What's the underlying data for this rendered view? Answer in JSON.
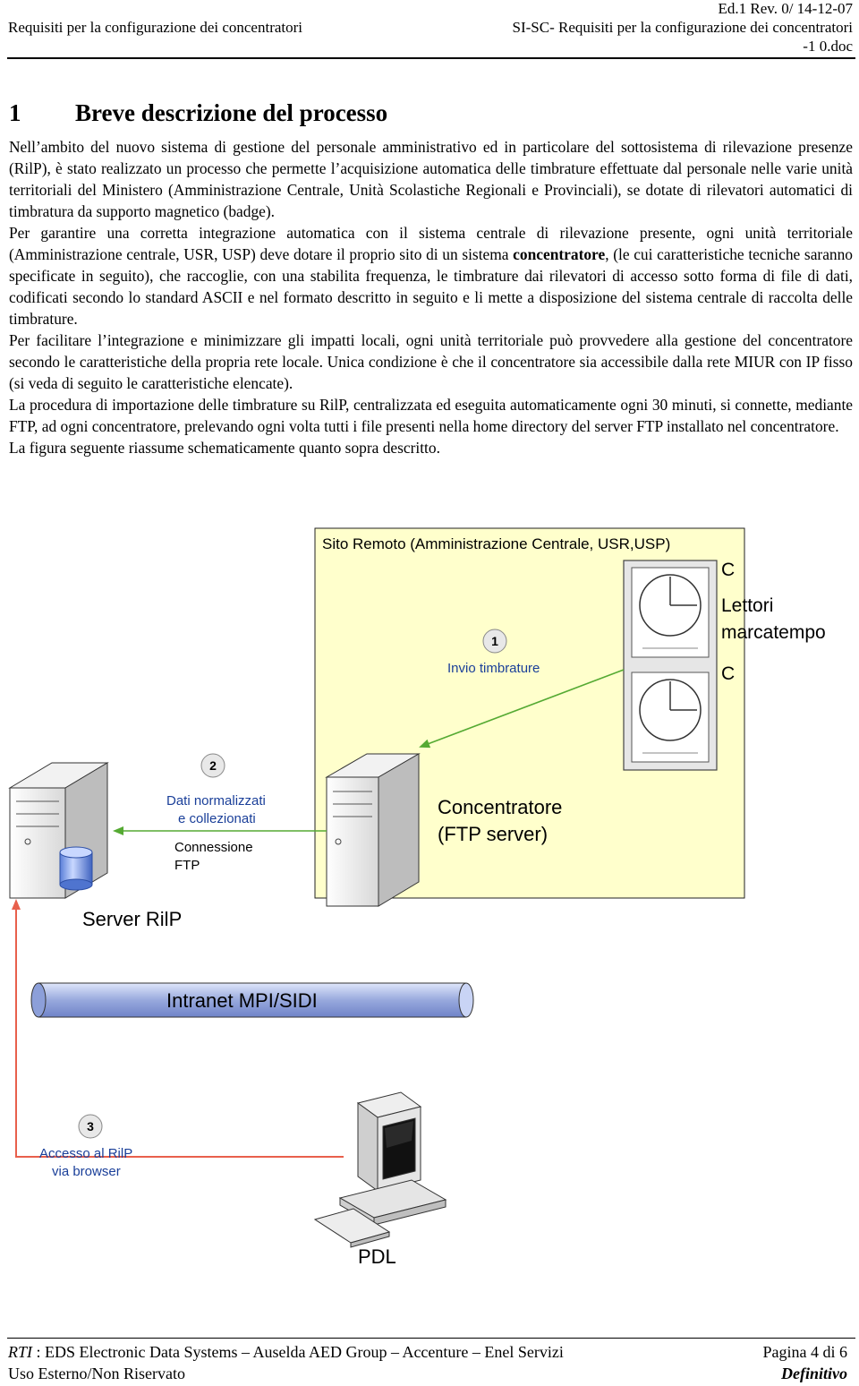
{
  "header": {
    "left": "Requisiti per la configurazione dei concentratori",
    "right_line1": "Ed.1 Rev. 0/ 14-12-07",
    "right_line2": "SI-SC- Requisiti per la configurazione dei concentratori",
    "right_line3": "-1 0.doc"
  },
  "section": {
    "number": "1",
    "title": "Breve descrizione del processo"
  },
  "paragraphs": {
    "p1": "Nell’ambito del nuovo sistema di gestione del personale amministrativo ed in particolare del sottosistema di rilevazione presenze (RilP), è stato realizzato un processo che permette l’acquisizione automatica delle timbrature effettuate dal personale nelle varie unità territoriali del Ministero (Amministrazione Centrale, Unità Scolastiche Regionali e Provinciali), se dotate di rilevatori automatici di timbratura da supporto magnetico (badge).",
    "p2_before": "Per garantire una corretta integrazione automatica con il sistema centrale di rilevazione presente, ogni unità territoriale (Amministrazione centrale, USR, USP) deve dotare il proprio sito di un sistema ",
    "p2_bold": "concentratore",
    "p2_after": ", (le cui caratteristiche tecniche saranno specificate in seguito), che raccoglie, con una stabilita frequenza, le timbrature dai rilevatori di accesso sotto forma di file di dati, codificati secondo lo standard ASCII e nel formato descritto in seguito e li mette a disposizione del sistema centrale di raccolta delle timbrature.",
    "p3": "Per facilitare l’integrazione e minimizzare gli impatti locali, ogni unità territoriale può provvedere alla gestione del concentratore secondo le caratteristiche della propria rete locale. Unica condizione è che il concentratore sia accessibile dalla rete MIUR con IP fisso (si veda di seguito le caratteristiche elencate).",
    "p4": "La procedura di importazione delle timbrature su RilP, centralizzata ed eseguita automaticamente ogni 30 minuti, si connette, mediante FTP, ad ogni concentratore, prelevando ogni volta tutti i file presenti nella home directory del server FTP installato nel concentratore.",
    "p5": "La figura seguente riassume schematicamente quanto sopra descritto."
  },
  "diagram": {
    "site_label": "Sito Remoto (Amministrazione Centrale, USR,USP)",
    "c_top": "C",
    "c_bottom": "C",
    "readers_line1": "Lettori",
    "readers_line2": "marcatempo",
    "step1_num": "1",
    "step1_label": "Invio timbrature",
    "step2_num": "2",
    "step2_line1": "Dati normalizzati",
    "step2_line2": "e collezionati",
    "conn_line1": "Connessione",
    "conn_line2": "FTP",
    "concentrator_line1": "Concentratore",
    "concentrator_line2": "(FTP server)",
    "server_label": "Server RilP",
    "intranet_label": "Intranet MPI/SIDI",
    "step3_num": "3",
    "step3_line1": "Accesso al RilP",
    "step3_line2": "via browser",
    "pdl_label": "PDL",
    "colors": {
      "site_fill": "#ffffcc",
      "arrow_green": "#55aa33",
      "label_blue": "#1a3f99",
      "intranet_fill": "#a8b8e8",
      "arrow_red": "#e8604c"
    }
  },
  "footer": {
    "rti_label": "RTI",
    "rti_text": " : EDS Electronic Data Systems – Auselda AED Group – Accenture – Enel Servizi",
    "page": "Pagina 4 di 6",
    "usage": "Uso Esterno/Non Riservato",
    "status": "Definitivo"
  }
}
